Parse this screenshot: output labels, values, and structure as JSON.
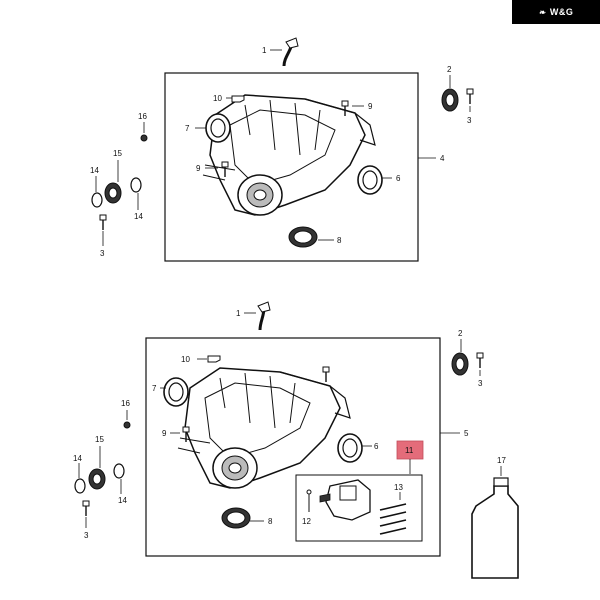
{
  "brand": {
    "logo_text": "W&G",
    "logo_mark": "❧"
  },
  "colors": {
    "highlight": "#e46c7a",
    "line": "#111111",
    "bottle": "#ffffff"
  },
  "diagram": {
    "top": {
      "callouts": [
        "1",
        "2",
        "3",
        "4",
        "6",
        "7",
        "8",
        "9",
        "9",
        "10",
        "14",
        "14",
        "15",
        "16",
        "3"
      ]
    },
    "bottom": {
      "callouts": [
        "1",
        "2",
        "3",
        "5",
        "6",
        "7",
        "8",
        "9",
        "10",
        "11",
        "12",
        "13",
        "14",
        "14",
        "15",
        "16",
        "17",
        "3"
      ]
    }
  }
}
